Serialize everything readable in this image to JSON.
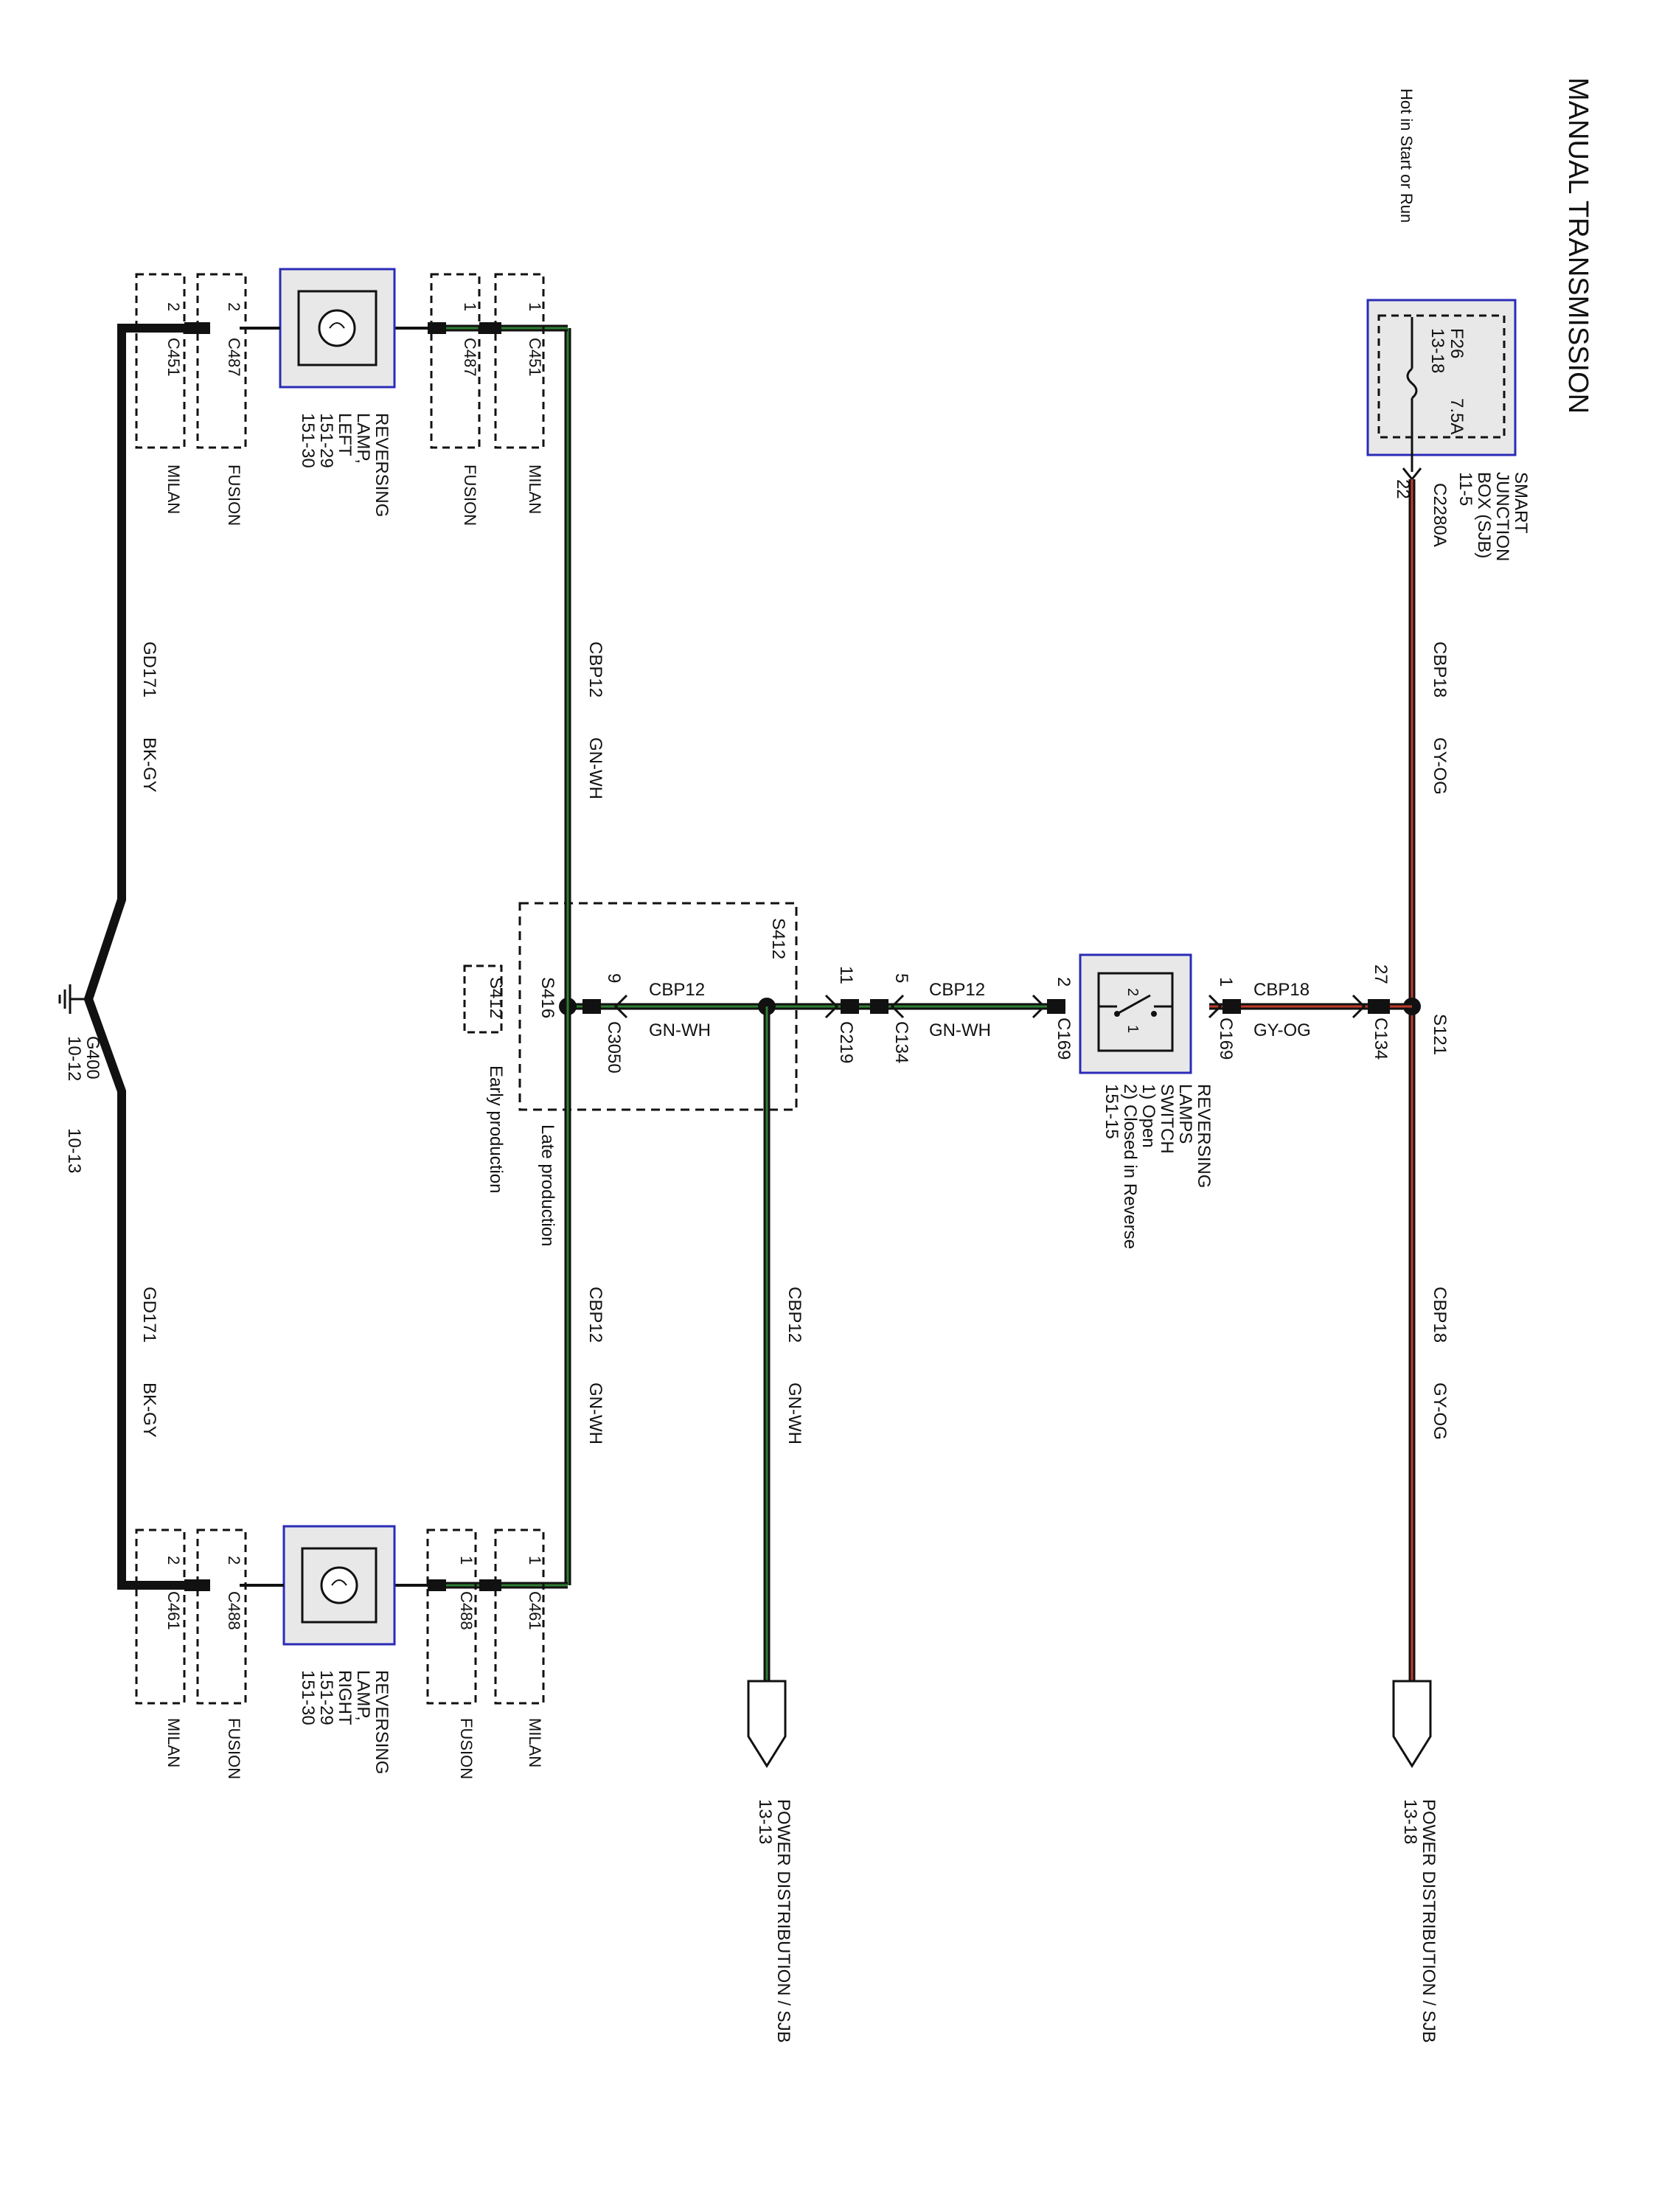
{
  "title": "MANUAL TRANSMISSION",
  "subtitle": "Hot in Start or Run",
  "sjb": {
    "name_lines": [
      "SMART",
      "JUNCTION",
      "BOX (SJB)",
      "11-5"
    ],
    "fuse_id": "F26",
    "fuse_rating": "7.5A",
    "fuse_ref": "13-18",
    "connector": "C2280A",
    "pin": "22"
  },
  "splice_s121": "S121",
  "c134_top": {
    "pin": "27",
    "connector": "C134"
  },
  "c169_pin1": {
    "pin": "1",
    "connector": "C169"
  },
  "c169_pin2": {
    "pin": "2",
    "connector": "C169"
  },
  "c134_mid": {
    "pin": "5",
    "connector": "C134"
  },
  "c219": {
    "pin": "11",
    "connector": "C219"
  },
  "c3050": {
    "pin": "9",
    "connector": "C3050"
  },
  "s412_label": "S412",
  "s412_early": "S412",
  "s416_label": "S416",
  "early_production": "Early production",
  "late_production": "Late production",
  "switch": {
    "lines": [
      "REVERSING",
      "LAMPS",
      "SWITCH",
      "1) Open",
      "2) Closed in Reverse",
      "151-15"
    ],
    "pin1": "1",
    "pin2": "2"
  },
  "wires": {
    "cbp18": "CBP18",
    "gy_og": "GY-OG",
    "cbp12": "CBP12",
    "gn_wh": "GN-WH",
    "gd171": "GD171",
    "bk_gy": "BK-GY"
  },
  "lamp_left": {
    "lines": [
      "REVERSING",
      "LAMP,",
      "LEFT",
      "151-29",
      "151-30"
    ]
  },
  "lamp_right": {
    "lines": [
      "REVERSING",
      "LAMP,",
      "RIGHT",
      "151-29",
      "151-30"
    ]
  },
  "connectors_left": [
    {
      "pin": "1",
      "name": "C451",
      "vehicle": "MILAN"
    },
    {
      "pin": "1",
      "name": "C487",
      "vehicle": "FUSION"
    },
    {
      "pin": "2",
      "name": "C487",
      "vehicle": "FUSION"
    },
    {
      "pin": "2",
      "name": "C451",
      "vehicle": "MILAN"
    }
  ],
  "connectors_right": [
    {
      "pin": "1",
      "name": "C461",
      "vehicle": "MILAN"
    },
    {
      "pin": "1",
      "name": "C488",
      "vehicle": "FUSION"
    },
    {
      "pin": "2",
      "name": "C488",
      "vehicle": "FUSION"
    },
    {
      "pin": "2",
      "name": "C461",
      "vehicle": "MILAN"
    }
  ],
  "ground": {
    "name": "G400",
    "ref1": "10-12",
    "ref2": "10-13"
  },
  "power_dist_right": {
    "label": "POWER DISTRIBUTION / SJB",
    "ref": "13-18"
  },
  "power_dist_left": {
    "label": "POWER DISTRIBUTION / SJB",
    "ref": "13-13"
  },
  "colors": {
    "gy_og_stripe": "#c0392b",
    "gn_wh_stripe": "#2e7d32",
    "component_border": "#2b2bb8",
    "component_fill": "#e8e8e8"
  }
}
